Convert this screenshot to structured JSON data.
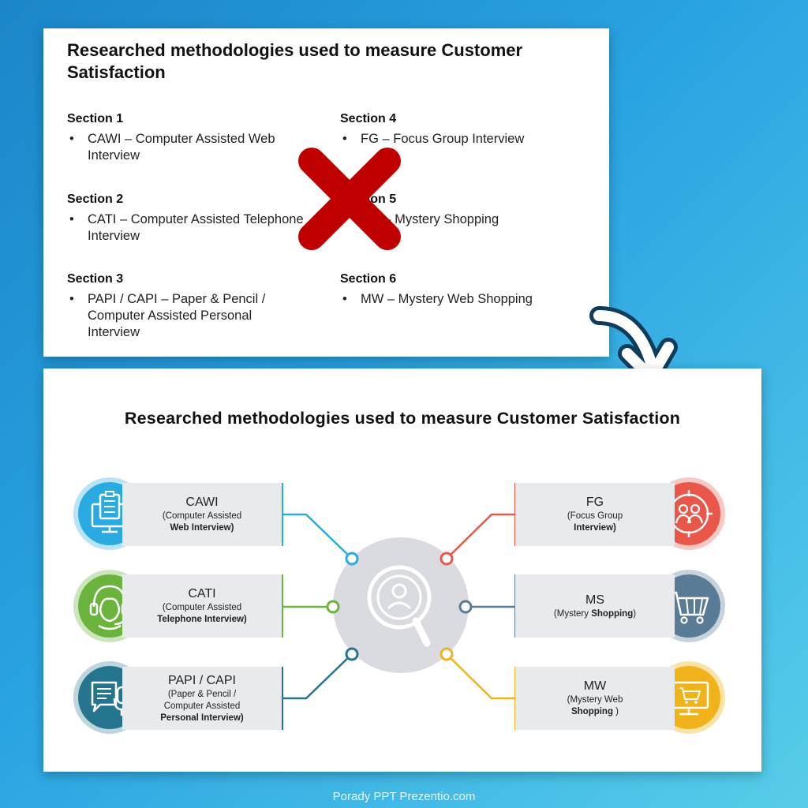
{
  "before": {
    "title": "Researched methodologies used to measure Customer Satisfaction",
    "sections": [
      {
        "heading": "Section 1",
        "item": "CAWI – Computer Assisted Web Interview"
      },
      {
        "heading": "Section 2",
        "item": "CATI – Computer Assisted Telephone Interview"
      },
      {
        "heading": "Section 3",
        "item": "PAPI / CAPI – Paper & Pencil / Computer Assisted Personal Interview"
      },
      {
        "heading": "Section 4",
        "item": "FG – Focus Group Interview"
      },
      {
        "heading": "Section 5",
        "item": "MS – Mystery Shopping"
      },
      {
        "heading": "Section 6",
        "item": "MW – Mystery Web Shopping"
      }
    ],
    "cross_color": "#c00000"
  },
  "after": {
    "title": "Researched methodologies used to measure Customer Satisfaction",
    "methods": [
      {
        "abbr": "CAWI",
        "sub": "(Computer Assisted",
        "bold": "Web Interview)",
        "bold_tail": "",
        "color": "#29abe2",
        "icon": "clipboard-monitor-icon"
      },
      {
        "abbr": "CATI",
        "sub": "(Computer Assisted",
        "bold": "Telephone Interview)",
        "bold_tail": "",
        "color": "#6ab43e",
        "icon": "headset-icon"
      },
      {
        "abbr": "PAPI / CAPI",
        "sub": "(Paper & Pencil /",
        "sub2": "Computer Assisted",
        "bold": "Personal Interview)",
        "bold_tail": "",
        "color": "#26758f",
        "icon": "document-microphone-icon"
      },
      {
        "abbr": "FG",
        "sub": "(Focus Group",
        "bold": "Interview)",
        "bold_tail": "",
        "color": "#e9574a",
        "icon": "group-target-icon"
      },
      {
        "abbr": "MS",
        "sub": "(Mystery",
        "bold": "Shopping",
        "bold_tail": ")",
        "color": "#5a7b95",
        "icon": "shopping-cart-icon"
      },
      {
        "abbr": "MW",
        "sub": "(Mystery Web",
        "bold": "Shopping",
        "bold_tail": " )",
        "color": "#f1b31c",
        "icon": "web-cart-icon"
      }
    ],
    "center_icon": "person-magnifier-icon"
  },
  "footer": "Porady PPT Prezentio.com"
}
